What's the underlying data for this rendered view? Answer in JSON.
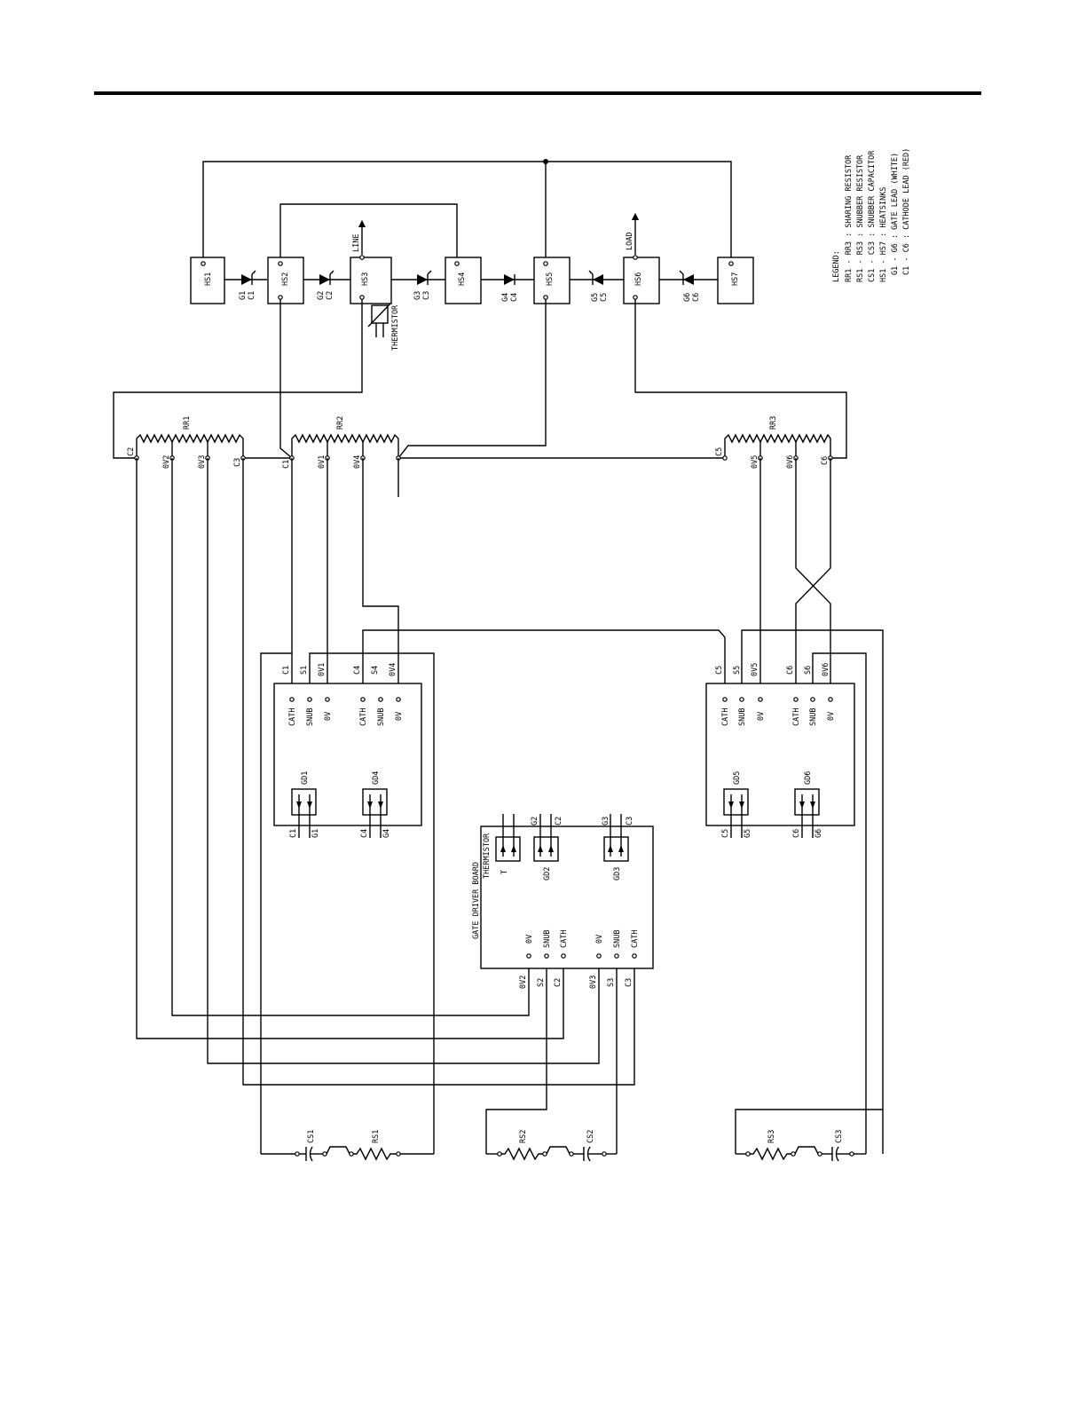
{
  "legend": {
    "title": "LEGEND:",
    "lines": [
      "RR1 - RR3 : SHARING RESISTOR",
      "RS1 - RS3 : SNUBBER RESISTOR",
      "CS1 - CS3 : SNUBBER CAPACITOR",
      "HS1 - HS7 : HEATSINKS",
      "G1 - G6 : GATE LEAD (WHITE)",
      "C1 - C6 : CATHODE LEAD (RED)"
    ]
  },
  "heatsinks": [
    "HS1",
    "HS2",
    "HS3",
    "HS4",
    "HS5",
    "HS6",
    "HS7"
  ],
  "scr_labels": [
    [
      "G1",
      "C1"
    ],
    [
      "G2",
      "C2"
    ],
    [
      "G3",
      "C3"
    ],
    [
      "G4",
      "C4"
    ],
    [
      "G5",
      "C5"
    ],
    [
      "G6",
      "C6"
    ]
  ],
  "terminals": {
    "line": "LINE",
    "load": "LOAD",
    "thermistor": "THERMISTOR"
  },
  "sharing_resistors": {
    "rr1": {
      "name": "RR1",
      "taps": [
        "C2",
        "0V2",
        "0V3",
        "C3"
      ]
    },
    "rr2": {
      "name": "RR2",
      "taps": [
        "C1",
        "0V1",
        "0V4"
      ]
    },
    "rr3": {
      "name": "RR3",
      "taps": [
        "C5",
        "0V5",
        "0V6",
        "C6"
      ]
    }
  },
  "board_left": {
    "wire_labels": [
      "C1",
      "S1",
      "0V1",
      "C4",
      "S4",
      "0V4"
    ],
    "pins": [
      "CATH",
      "SNUB",
      "0V",
      "CATH",
      "SNUB",
      "0V"
    ],
    "gate_drivers": [
      "GD1",
      "GD4"
    ],
    "bottom_labels": [
      "C1",
      "G1",
      "C4",
      "G4"
    ]
  },
  "board_right": {
    "wire_labels": [
      "C5",
      "S5",
      "0V5",
      "C6",
      "S6",
      "0V6"
    ],
    "pins": [
      "CATH",
      "SNUB",
      "0V",
      "CATH",
      "SNUB",
      "0V"
    ],
    "gate_drivers": [
      "GD5",
      "GD6"
    ],
    "bottom_labels": [
      "C5",
      "G5",
      "C6",
      "G6"
    ]
  },
  "board_center": {
    "title": "GATE DRIVER BOARD",
    "thermistor_label": "THERMISTOR",
    "thermistor_pin": "T",
    "top_labels": [
      "G2",
      "C2",
      "G3",
      "C3"
    ],
    "gate_drivers": [
      "GD2",
      "GD3"
    ],
    "pins": [
      "0V",
      "SNUB",
      "CATH",
      "0V",
      "SNUB",
      "CATH"
    ],
    "wire_labels": [
      "0V2",
      "S2",
      "C2",
      "0V3",
      "S3",
      "C3"
    ]
  },
  "snubbers": {
    "s1": {
      "cap": "CS1",
      "res": "RS1"
    },
    "s2": {
      "cap": "CS2",
      "res": "RS2"
    },
    "s3": {
      "cap": "CS3",
      "res": "RS3"
    }
  }
}
